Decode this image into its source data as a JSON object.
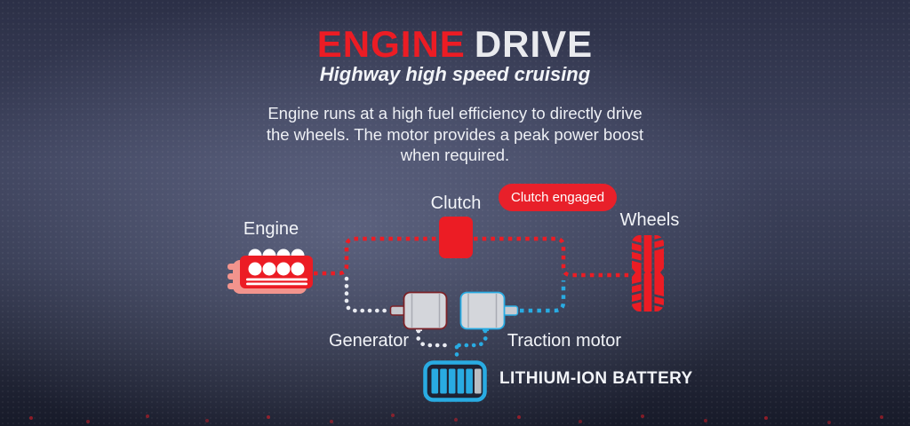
{
  "header": {
    "title": {
      "primary": "ENGINE",
      "secondary": "DRIVE"
    },
    "subtitle": "Highway high speed cruising",
    "description_lines": [
      "Engine runs at a high fuel efficiency to directly drive",
      "the wheels. The motor provides a peak power boost",
      "when required."
    ]
  },
  "diagram": {
    "labels": {
      "engine": "Engine",
      "clutch": "Clutch",
      "wheels": "Wheels",
      "generator": "Generator",
      "traction_motor": "Traction motor",
      "battery": "LITHIUM-ION BATTERY"
    },
    "badge": {
      "clutch_status": "Clutch engaged"
    },
    "colors": {
      "red": "#ec1c24",
      "badge_red": "#e8202a",
      "salmon": "#f2948d",
      "maroon": "#7b2228",
      "blue": "#29abe2",
      "line_white": "#e9ebf1",
      "motor_gray": "#d4d6db",
      "shaft_gray": "#c8cad0",
      "battery_cell_off": "#b9bdc3",
      "title_white": "#e9eaee",
      "text_white": "#f2f4f8"
    }
  }
}
